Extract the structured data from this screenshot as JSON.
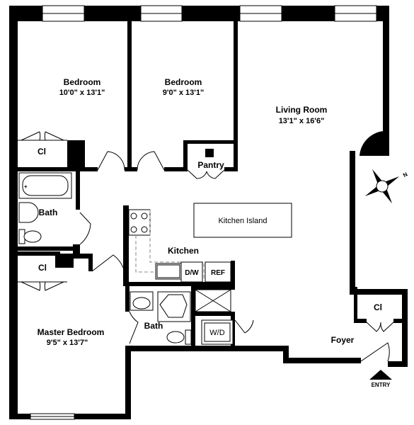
{
  "rooms": {
    "bedroom1": {
      "name": "Bedroom",
      "dims": "10'0\" x 13'1\""
    },
    "bedroom2": {
      "name": "Bedroom",
      "dims": "9'0\" x 13'1\""
    },
    "living": {
      "name": "Living Room",
      "dims": "13'1\" x 16'6\""
    },
    "master": {
      "name": "Master Bedroom",
      "dims": "9'5\" x 13'7\""
    },
    "kitchen": {
      "name": "Kitchen"
    },
    "bath1": {
      "name": "Bath"
    },
    "bath2": {
      "name": "Bath"
    },
    "pantry": {
      "name": "Pantry"
    },
    "foyer": {
      "name": "Foyer"
    },
    "closet1": {
      "name": "Cl"
    },
    "closet2": {
      "name": "Cl"
    },
    "closet3": {
      "name": "Cl"
    }
  },
  "fixtures": {
    "island": "Kitchen Island",
    "dishwasher": "D/W",
    "refrigerator": "REF",
    "washer_dryer": "W/D"
  },
  "entry_label": "ENTRY",
  "compass_label": "N",
  "colors": {
    "wall": "#000000",
    "background": "#ffffff",
    "fixture_dash": "#888888"
  }
}
